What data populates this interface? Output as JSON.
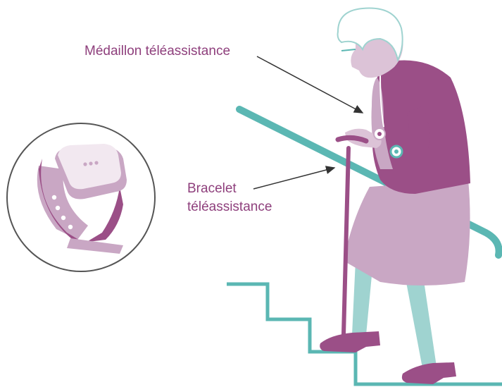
{
  "labels": {
    "medallion": "Médaillon téléassistance",
    "bracelet_line1": "Bracelet",
    "bracelet_line2": "téléassistance"
  },
  "colors": {
    "label_text": "#8e3f7c",
    "purple_dark": "#9b4f87",
    "purple_light": "#c9a7c4",
    "skin": "#dcc3d7",
    "teal": "#5bb7b3",
    "teal_light": "#9fd3d0",
    "arrow": "#333333",
    "circle_border": "#555555"
  },
  "icons": {
    "bracelet_detail": "wrist-bracelet-icon",
    "medallion": "pendant-icon",
    "elderly_person": "elderly-woman-illustration"
  }
}
